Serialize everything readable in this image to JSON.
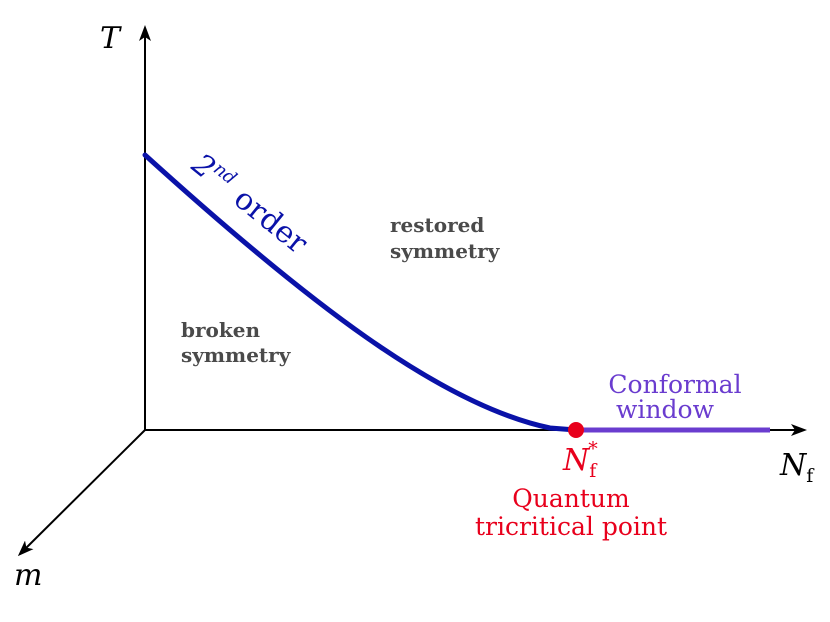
{
  "axes": {
    "t_label": "T",
    "nf_label_main": "N",
    "nf_label_sub": "f",
    "m_label": "m"
  },
  "regions": {
    "broken_line1": "broken",
    "broken_line2": "symmetry",
    "restored_line1": "restored",
    "restored_line2": "symmetry"
  },
  "transition": {
    "order_main": "2",
    "order_sup": "nd",
    "order_word": "order"
  },
  "critical_point": {
    "symbol_main": "N",
    "symbol_sub": "f",
    "symbol_sup": "*",
    "label_line1": "Quantum",
    "label_line2": "tricritical point"
  },
  "conformal": {
    "line1": "Conformal",
    "line2": "window"
  },
  "colors": {
    "axis": "#000000",
    "curve": "#0a12a8",
    "conformal": "#6a3ccf",
    "critical": "#e8001c",
    "region_text": "#4a4a4a"
  }
}
